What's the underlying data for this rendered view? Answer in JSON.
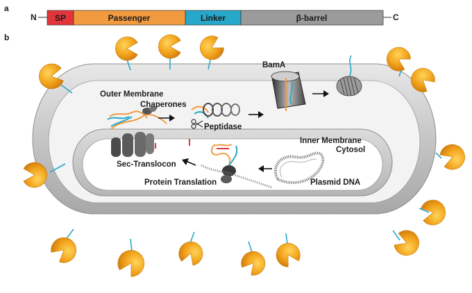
{
  "panel_a": {
    "label": "a",
    "n_terminus": "N",
    "c_terminus": "C",
    "segments": [
      {
        "name": "SP",
        "color": "#e3343c"
      },
      {
        "name": "Passenger",
        "color": "#f29a3f"
      },
      {
        "name": "Linker",
        "color": "#27a7c9"
      },
      {
        "name": "β-barrel",
        "color": "#9b9b9b"
      }
    ]
  },
  "panel_b": {
    "label": "b",
    "labels": {
      "outer_membrane": "Outer Membrane",
      "chaperones": "Chaperones",
      "peptidase": "Peptidase",
      "bama": "BamA",
      "inner_membrane": "Inner Membrane",
      "cytosol": "Cytosol",
      "sec_translocon": "Sec-Translocon",
      "protein_translation": "Protein Translation",
      "plasmid_dna": "Plasmid DNA"
    },
    "colors": {
      "membrane": "#cfcfcf",
      "membrane_dark": "#a9a9a9",
      "pacman": "#f2a31b",
      "linker": "#27a7c9",
      "passenger": "#f29a3f",
      "signal_peptide": "#e3343c"
    },
    "icons": {
      "scissors": "scissors-icon",
      "displayed_protein": "pacman-icon"
    }
  }
}
